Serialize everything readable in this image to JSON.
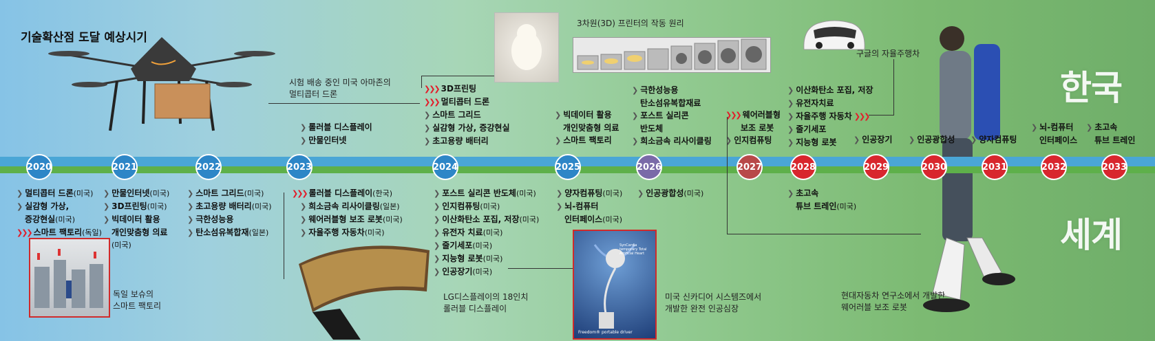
{
  "title": "기술확산점 도달 예상시기",
  "korea_label": "한국",
  "world_label": "세계",
  "years": [
    "2020",
    "2021",
    "2022",
    "2023",
    "2024",
    "2025",
    "2026",
    "2027",
    "2028",
    "2029",
    "2030",
    "2031",
    "2032",
    "2033"
  ],
  "korea": {
    "y2023": [
      "롤러블 디스플레이",
      "만물인터넷"
    ],
    "y2024": [
      "3D프린팅",
      "멀티콥터 드론",
      "스마트 그리드",
      "실감형 가상, 증강현실",
      "초고용량 배터리"
    ],
    "y2025": [
      "빅데이터 활용",
      "개인맞춤형 의료",
      "스마트 팩토리"
    ],
    "y2026": [
      "극한성능용",
      "탄소섬유복합재료",
      "포스트 실리콘",
      "반도체",
      "희소금속 리사이클링"
    ],
    "y2027": [
      "웨어러블형",
      "보조 로봇",
      "인지컴퓨팅"
    ],
    "y2028": [
      "이산화탄소 포집, 저장",
      "유전자치료",
      "자율주행 자동차",
      "줄기세포",
      "지능형 로봇"
    ],
    "y2029": "인공장기",
    "y2030": "인공광합성",
    "y2031": "양자컴퓨팅",
    "y2032": [
      "뇌-컴퓨터",
      "인터페이스"
    ],
    "y2033": [
      "초고속",
      "튜브 트레인"
    ]
  },
  "world": {
    "y2020": [
      {
        "t": "멀티콥터 드론",
        "c": "(미국)"
      },
      {
        "t": "실감형 가상,",
        "c": ""
      },
      {
        "t": "증강현실",
        "c": "(미국)"
      },
      {
        "t": "스마트 팩토리",
        "c": "(독일)"
      }
    ],
    "y2021": [
      {
        "t": "만물인터넷",
        "c": "(미국)"
      },
      {
        "t": "3D프린팅",
        "c": "(미국)"
      },
      {
        "t": "빅데이터 활용",
        "c": ""
      },
      {
        "t": "개인맞춤형 의료",
        "c": ""
      },
      {
        "t": "",
        "c": "(미국)"
      }
    ],
    "y2022": [
      {
        "t": "스마트 그리드",
        "c": "(미국)"
      },
      {
        "t": "초고용량 배터리",
        "c": "(미국)"
      },
      {
        "t": "극한성능용",
        "c": ""
      },
      {
        "t": "탄소섬유복합재",
        "c": "(일본)"
      }
    ],
    "y2023": [
      {
        "t": "롤러블 디스플레이",
        "c": "(한국)"
      },
      {
        "t": "희소금속 리사이클링",
        "c": "(일본)"
      },
      {
        "t": "웨어러블형 보조 로봇",
        "c": "(미국)"
      },
      {
        "t": "자율주행 자동차",
        "c": "(미국)"
      }
    ],
    "y2024": [
      {
        "t": "포스트 실리콘 반도체",
        "c": "(미국)"
      },
      {
        "t": "인지컴퓨팅",
        "c": "(미국)"
      },
      {
        "t": "이산화탄소 포집, 저장",
        "c": "(미국)"
      },
      {
        "t": "유전자 치료",
        "c": "(미국)"
      },
      {
        "t": "줄기세포",
        "c": "(미국)"
      },
      {
        "t": "지능형 로봇",
        "c": "(미국)"
      },
      {
        "t": "인공장기",
        "c": "(미국)"
      }
    ],
    "y2025": [
      {
        "t": "양자컴퓨팅",
        "c": "(미국)"
      },
      {
        "t": "뇌-컴퓨터",
        "c": ""
      },
      {
        "t": "인터페이스",
        "c": "(미국)"
      }
    ],
    "y2026": [
      {
        "t": "인공광합성",
        "c": "(미국)"
      }
    ],
    "y2028": [
      {
        "t": "초고속",
        "c": ""
      },
      {
        "t": "튜브 트레인",
        "c": "(미국)"
      }
    ]
  },
  "captions": {
    "drone": [
      "시험 배송 중인 미국 아마존의",
      "멀티콥터 드론"
    ],
    "printer": "3차원(3D) 프린터의 작동 원리",
    "car": "구글의 자율주행차",
    "factory": [
      "독일 보슈의",
      "스마트 팩토리"
    ],
    "display": [
      "LG디스플레이의 18인치",
      "롤러블 디스플레이"
    ],
    "heart": [
      "미국 신카디어 시스템즈에서",
      "개발한 완전 인공심장"
    ],
    "robot": [
      "현대자동차 연구소에서 개발한",
      "웨어러블 보조 로봇"
    ]
  },
  "heart_photo_text": [
    "SynCardia",
    "temporary Total",
    "Artificial Heart"
  ],
  "heart_photo_footer": "Freedom® portable driver",
  "colors": {
    "timeline_blue": "#4aa6d6",
    "timeline_green": "#5eb04a",
    "year_blue": "#2d86c7",
    "year_red": "#d8262d",
    "highlight": "#e21c2a"
  }
}
